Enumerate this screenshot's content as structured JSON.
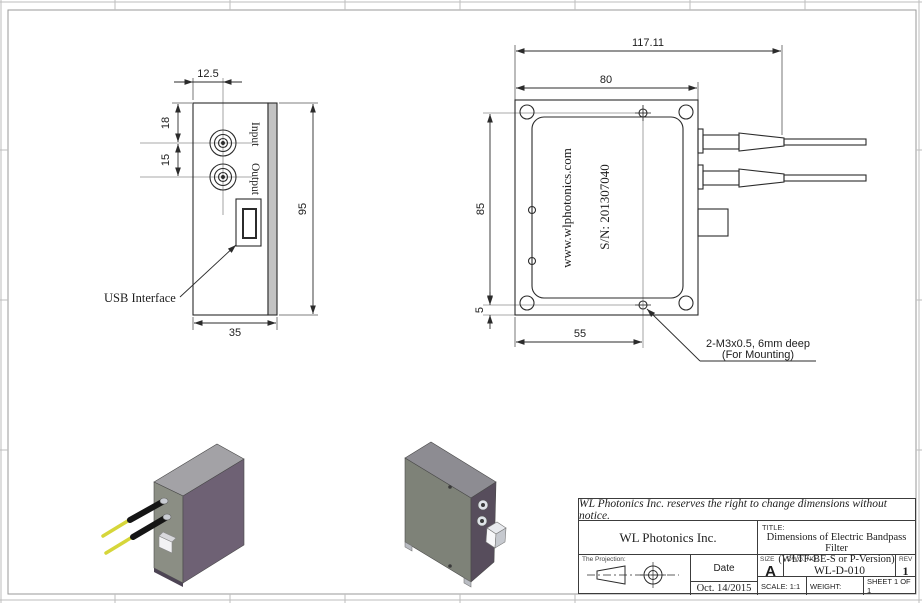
{
  "drawing": {
    "side_view": {
      "dim_offset": "12.5",
      "dim_port1": "18",
      "dim_port2": "15",
      "dim_height": "95",
      "dim_depth": "35",
      "label_input": "Input",
      "label_output": "Output",
      "label_usb": "USB Interface"
    },
    "top_view": {
      "dim_overall": "117.11",
      "dim_body": "80",
      "dim_mount_v": "85",
      "dim_mount_edge": "5",
      "dim_mount_h": "55",
      "label_website": "www.wlphotonics.com",
      "label_serial": "S/N: 201307040",
      "note_mount1": "2-M3x0.5, 6mm deep",
      "note_mount2": "(For Mounting)"
    }
  },
  "title_block": {
    "notice": "WL Photonics Inc. reserves the right to change dimensions without notice.",
    "company": "WL Photonics Inc.",
    "title_label": "TITLE:",
    "title_line1": "Dimensions of Electric Bandpass Filter",
    "title_line2": "(WLTF-BE-S or P-Version)",
    "projection_label": "The Projection:",
    "date_label": "Date",
    "date_value": "Oct. 14/2015",
    "size_label": "SIZE",
    "size_value": "A",
    "dwg_label": "DWG.  NO.",
    "dwg_value": "WL-D-010",
    "rev_label": "REV",
    "rev_value": "1",
    "scale_label": "SCALE: 1:1",
    "weight_label": "WEIGHT:",
    "sheet_label": "SHEET 1 OF 1"
  },
  "colors": {
    "line": "#2b2b2b",
    "construction": "#8c8c8c",
    "frame": "#bdbdbd",
    "iso_top_gray": "#a3a2a6",
    "iso_side_gray": "#8b8e84",
    "iso_side_purple": "#6e6174",
    "iso_front_purple": "#574d5c",
    "cable_yellow": "#d6d63a"
  }
}
